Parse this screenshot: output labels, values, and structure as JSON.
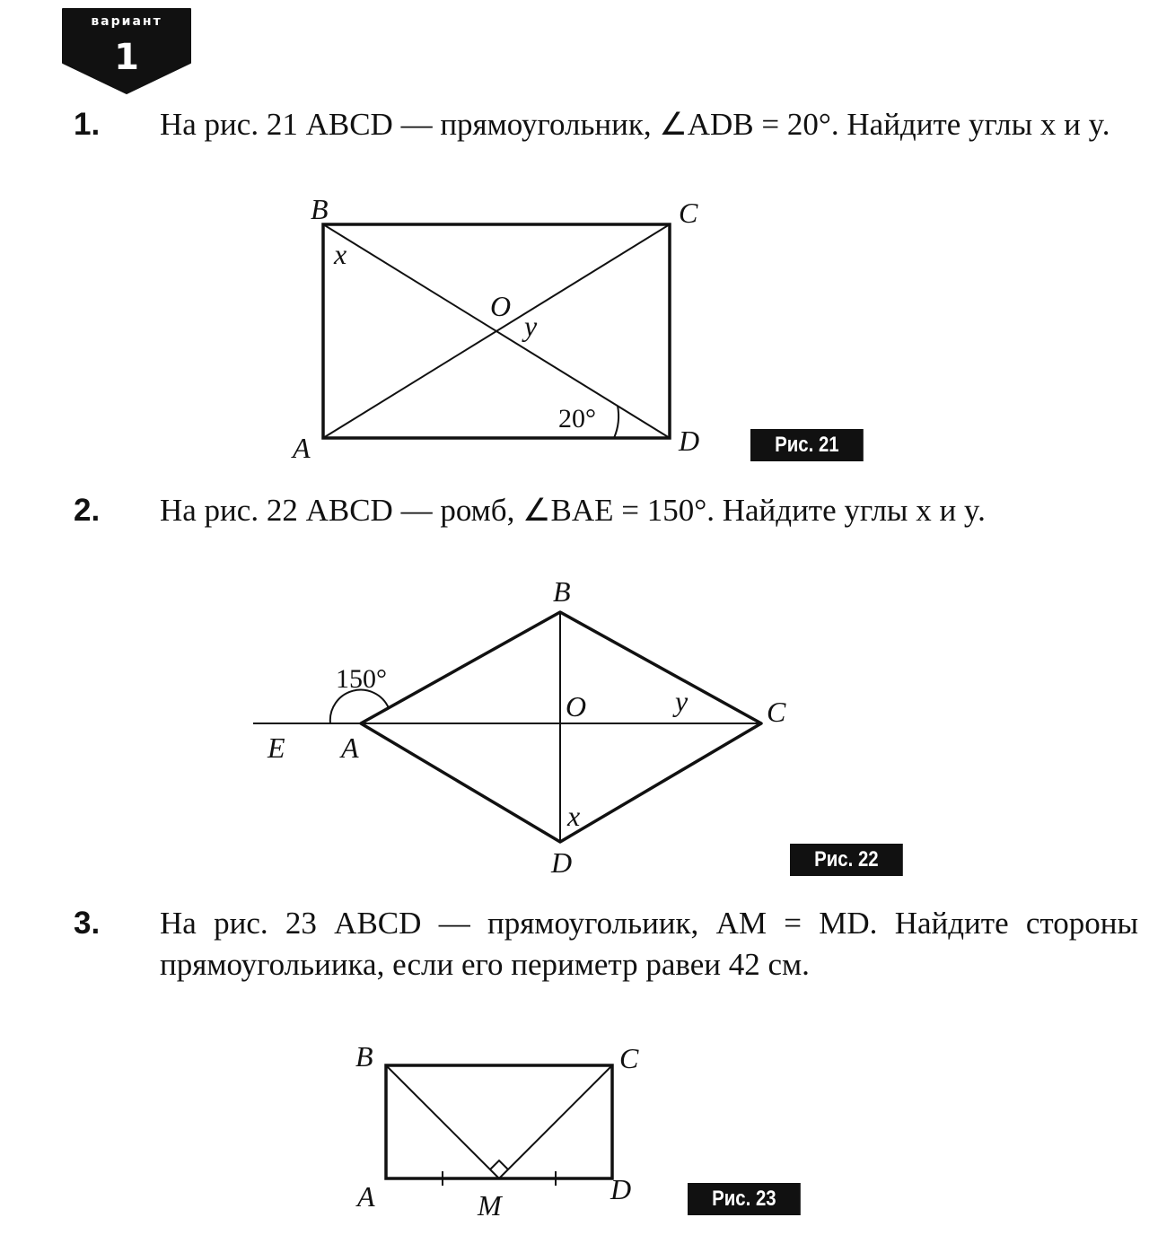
{
  "badge": {
    "word": "вариант",
    "number": "1"
  },
  "problems": [
    {
      "number": "1.",
      "text": "На рис. 21 ABCD — прямоугольник, ∠ADB = 20°. Найдите углы x и y.",
      "figure_label": "Рис. 21",
      "points": {
        "B": "B",
        "C": "C",
        "A": "A",
        "D": "D",
        "O": "O",
        "x": "x",
        "y": "y"
      },
      "angle": "20°"
    },
    {
      "number": "2.",
      "text": "На рис. 22 ABCD — ромб, ∠BAE = 150°. Найдите углы x и y.",
      "figure_label": "Рис. 22",
      "points": {
        "B": "B",
        "C": "C",
        "A": "A",
        "D": "D",
        "O": "O",
        "E": "E",
        "x": "x",
        "y": "y"
      },
      "angle": "150°"
    },
    {
      "number": "3.",
      "text": "На рис. 23 ABCD — прямоугольиик, AM = MD. Найдите стороны прямоугольиика, если его периметр равеи 42 см.",
      "figure_label": "Рис. 23",
      "points": {
        "B": "B",
        "C": "C",
        "A": "A",
        "D": "D",
        "M": "M"
      }
    }
  ]
}
